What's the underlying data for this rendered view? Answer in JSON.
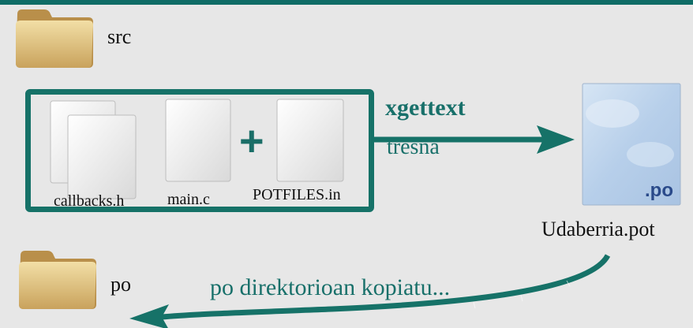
{
  "folders": {
    "src": {
      "label": "src",
      "icon": "folder-icon"
    },
    "po": {
      "label": "po",
      "icon": "folder-icon"
    }
  },
  "files": {
    "callbacks": "callbacks.h",
    "main": "main.c",
    "potfiles": "POTFILES.in",
    "pot": "Udaberria.pot",
    "pot_badge": ".po"
  },
  "operators": {
    "plus": "+"
  },
  "arrows": {
    "extract_tool": "xgettext",
    "extract_caption": "tresna",
    "copy_caption": "po direktorioan kopiatu..."
  },
  "colors": {
    "accent": "#167268",
    "background": "#e7e7e7",
    "pot_file": "#bcd2ea"
  }
}
